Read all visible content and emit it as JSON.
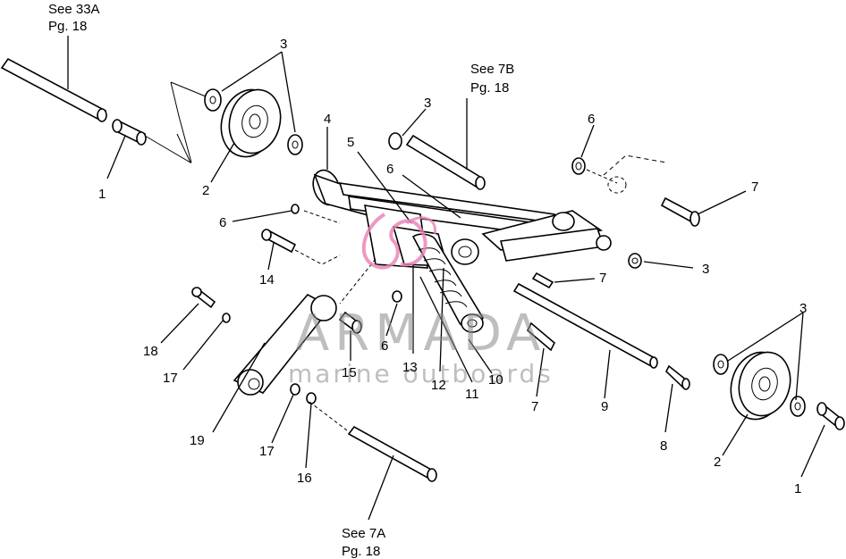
{
  "references": {
    "ref_33a": {
      "line1": "See 33A",
      "line2": "Pg. 18"
    },
    "ref_7b": {
      "line1": "See 7B",
      "line2": "Pg. 18"
    },
    "ref_7a": {
      "line1": "See 7A",
      "line2": "Pg. 18"
    }
  },
  "callouts": [
    {
      "id": "c1a",
      "text": "1"
    },
    {
      "id": "c2a",
      "text": "2"
    },
    {
      "id": "c3a",
      "text": "3"
    },
    {
      "id": "c4",
      "text": "4"
    },
    {
      "id": "c3b",
      "text": "3"
    },
    {
      "id": "c5",
      "text": "5"
    },
    {
      "id": "c6a",
      "text": "6"
    },
    {
      "id": "c6b",
      "text": "6"
    },
    {
      "id": "c6c",
      "text": "6"
    },
    {
      "id": "c7a",
      "text": "7"
    },
    {
      "id": "c3c",
      "text": "3"
    },
    {
      "id": "c7b",
      "text": "7"
    },
    {
      "id": "c14",
      "text": "14"
    },
    {
      "id": "c18",
      "text": "18"
    },
    {
      "id": "c17a",
      "text": "17"
    },
    {
      "id": "c6d",
      "text": "6"
    },
    {
      "id": "c15",
      "text": "15"
    },
    {
      "id": "c13",
      "text": "13"
    },
    {
      "id": "c12",
      "text": "12"
    },
    {
      "id": "c11",
      "text": "11"
    },
    {
      "id": "c10",
      "text": "10"
    },
    {
      "id": "c7c",
      "text": "7"
    },
    {
      "id": "c9",
      "text": "9"
    },
    {
      "id": "c3d",
      "text": "3"
    },
    {
      "id": "c8",
      "text": "8"
    },
    {
      "id": "c2b",
      "text": "2"
    },
    {
      "id": "c1b",
      "text": "1"
    },
    {
      "id": "c19",
      "text": "19"
    },
    {
      "id": "c17b",
      "text": "17"
    },
    {
      "id": "c16",
      "text": "16"
    }
  ],
  "watermark": {
    "brand": "ARMADA",
    "tagline": "marine outboards",
    "accent_color": "#e87fb4"
  }
}
